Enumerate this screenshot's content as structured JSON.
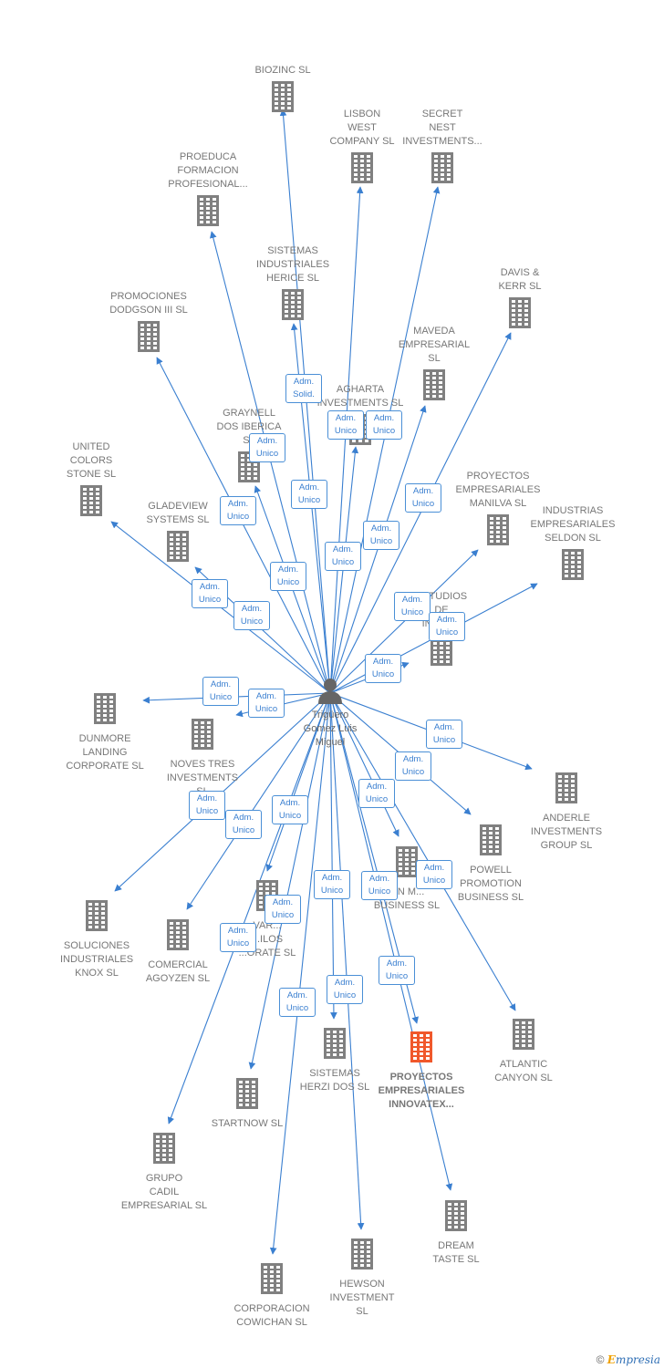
{
  "center": {
    "name": "Trigüero\nGomez Luis\nMiguel",
    "icon": "person-icon"
  },
  "colors": {
    "edge": "#3a7fd0",
    "node": "#808080",
    "focus": "#f0582b",
    "badge_text": "#3a7fd0"
  },
  "nodes": [
    {
      "id": "biozinc",
      "label": "BIOZINC SL"
    },
    {
      "id": "lisbon",
      "label": "LISBON\nWEST\nCOMPANY  SL"
    },
    {
      "id": "secret",
      "label": "SECRET\nNEST\nINVESTMENTS..."
    },
    {
      "id": "proeduca",
      "label": "PROEDUCA\nFORMACION\nPROFESIONAL..."
    },
    {
      "id": "davis",
      "label": "DAVIS &\nKERR SL"
    },
    {
      "id": "herice",
      "label": "SISTEMAS\nINDUSTRIALES\nHERICE  SL"
    },
    {
      "id": "dodgson",
      "label": "PROMOCIONES\nDODGSON III SL"
    },
    {
      "id": "maveda",
      "label": "MAVEDA\nEMPRESARIAL\nSL"
    },
    {
      "id": "agharta",
      "label": "AGHARTA\nINVESTMENTS SL"
    },
    {
      "id": "graynell",
      "label": "GRAYNELL\nDOS IBERICA\nSL"
    },
    {
      "id": "united",
      "label": "UNITED\nCOLORS\nSTONE SL"
    },
    {
      "id": "manilva",
      "label": "PROYECTOS\nEMPRESARIALES\nMANILVA SL"
    },
    {
      "id": "seldon",
      "label": "INDUSTRIAS\nEMPRESARIALES\nSELDON SL"
    },
    {
      "id": "gladeview",
      "label": "GLADEVIEW\nSYSTEMS  SL"
    },
    {
      "id": "estudios",
      "label": "ESTUDIOS\nDE\nINVER..."
    },
    {
      "id": "dunmore",
      "label": "DUNMORE\nLANDING\nCORPORATE SL"
    },
    {
      "id": "noves",
      "label": "NOVES TRES\nINVESTMENTS\nSL"
    },
    {
      "id": "anderle",
      "label": "ANDERLE\nINVESTMENTS\nGROUP SL"
    },
    {
      "id": "powell",
      "label": "POWELL\nPROMOTION\nBUSINESS  SL"
    },
    {
      "id": "business",
      "label": "...N M...\nBUSINESS SL"
    },
    {
      "id": "soluciones",
      "label": "SOLUCIONES\nINDUSTRIALES\nKNOX SL"
    },
    {
      "id": "agoyzen",
      "label": "COMERCIAL\nAGOYZEN SL"
    },
    {
      "id": "vardilos",
      "label": "VAR...\n...ILOS\n...ORATE SL"
    },
    {
      "id": "atlantic",
      "label": "ATLANTIC\nCANYON SL"
    },
    {
      "id": "herzi",
      "label": "SISTEMAS\nHERZI DOS SL"
    },
    {
      "id": "innovatex",
      "label": "PROYECTOS\nEMPRESARIALES\nINNOVATEX...",
      "focus": true
    },
    {
      "id": "startnow",
      "label": "STARTNOW SL"
    },
    {
      "id": "cadil",
      "label": "GRUPO\nCADIL\nEMPRESARIAL SL"
    },
    {
      "id": "dream",
      "label": "DREAM\nTASTE SL"
    },
    {
      "id": "hewson",
      "label": "HEWSON\nINVESTMENT\nSL"
    },
    {
      "id": "cowichan",
      "label": "CORPORACION\nCOWICHAN SL"
    }
  ],
  "badges": [
    {
      "line1": "Adm.",
      "line2": "Solid."
    },
    {
      "line1": "Adm.",
      "line2": "Unico"
    },
    {
      "line1": "Adm.",
      "line2": "Unico"
    },
    {
      "line1": "Adm.",
      "line2": "Unico"
    },
    {
      "line1": "Adm.",
      "line2": "Unico"
    },
    {
      "line1": "Adm.",
      "line2": "Unico"
    },
    {
      "line1": "Adm.",
      "line2": "Unico"
    },
    {
      "line1": "Adm.",
      "line2": "Unico"
    },
    {
      "line1": "Adm.",
      "line2": "Unico"
    },
    {
      "line1": "Adm.",
      "line2": "Unico"
    },
    {
      "line1": "Adm.",
      "line2": "Unico"
    },
    {
      "line1": "Adm.",
      "line2": "Unico"
    },
    {
      "line1": "Adm.",
      "line2": "Unico"
    },
    {
      "line1": "Adm.",
      "line2": "Unico"
    },
    {
      "line1": "Adm.",
      "line2": "Unico"
    },
    {
      "line1": "Adm.",
      "line2": "Unico"
    },
    {
      "line1": "Adm.",
      "line2": "Unico"
    },
    {
      "line1": "Adm.",
      "line2": "Unico"
    },
    {
      "line1": "Adm.",
      "line2": "Unico"
    },
    {
      "line1": "Adm.",
      "line2": "Unico"
    },
    {
      "line1": "Adm.",
      "line2": "Unico"
    },
    {
      "line1": "Adm.",
      "line2": "Unico"
    },
    {
      "line1": "Adm.",
      "line2": "Unico"
    },
    {
      "line1": "Adm.",
      "line2": "Unico"
    },
    {
      "line1": "Adm.",
      "line2": "Unico"
    },
    {
      "line1": "Adm.",
      "line2": "Unico"
    },
    {
      "line1": "Adm.",
      "line2": "Unico"
    },
    {
      "line1": "Adm.",
      "line2": "Unico"
    },
    {
      "line1": "Adm.",
      "line2": "Unico"
    },
    {
      "line1": "Adm.",
      "line2": "Unico"
    },
    {
      "line1": "Adm.",
      "line2": "Unico"
    }
  ],
  "footer": {
    "copyright": "©",
    "brand_initial": "E",
    "brand_rest": "mpresia"
  }
}
